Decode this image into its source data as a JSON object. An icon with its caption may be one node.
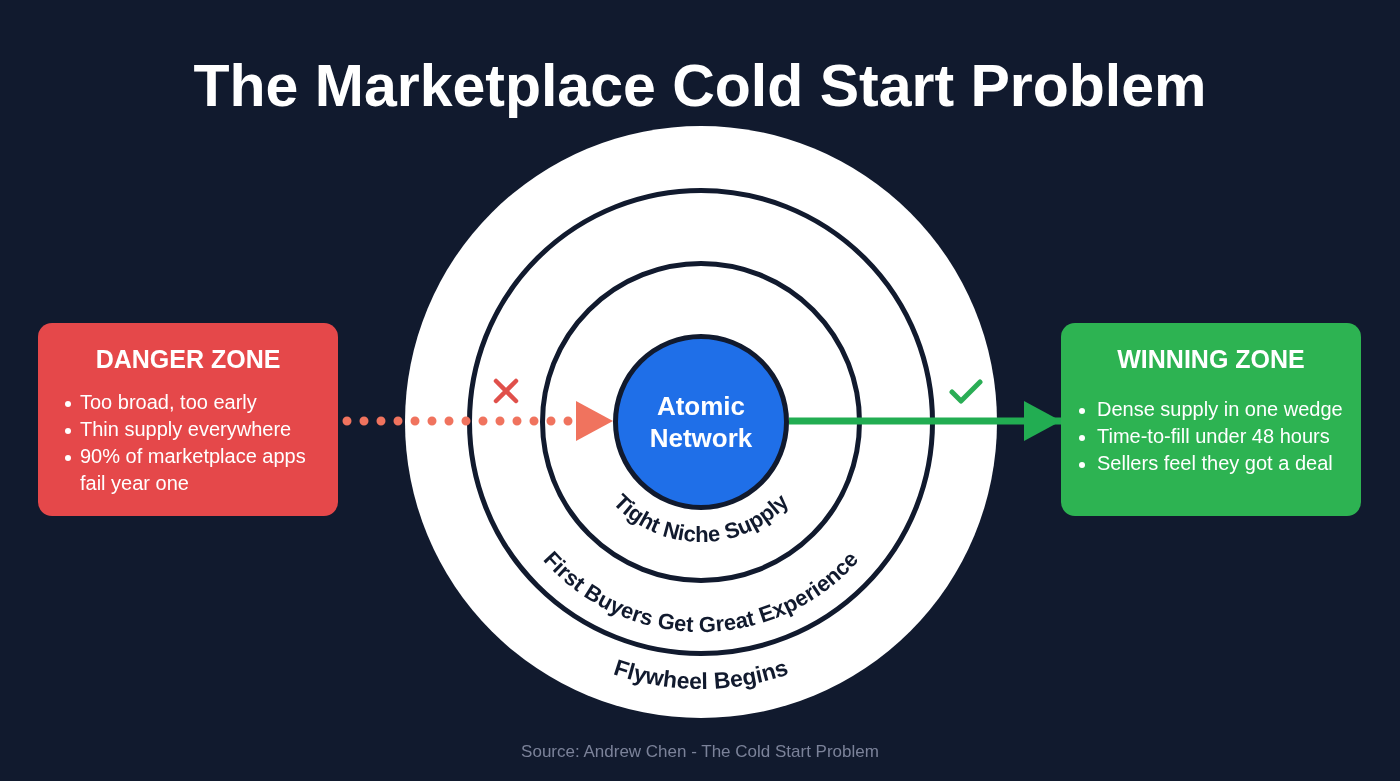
{
  "diagram": {
    "title": "The Marketplace Cold Start Problem",
    "caption": "Source: Andrew Chen - The Cold Start Problem",
    "nodes": [
      {
        "text": [
          "DANGER ZONE",
          "Too broad, too early",
          "Thin supply everywhere",
          "90% of marketplace apps fail year one"
        ]
      },
      {
        "text": [
          "Flywheel Begins"
        ]
      },
      {
        "text": [
          "First Buyers Get Great Experience"
        ],
        "in": 1
      },
      {
        "text": [
          "Tight Niche Supply"
        ],
        "in": 2
      },
      {
        "text": [
          "Atomic Network"
        ],
        "in": 3
      },
      {
        "text": [
          "WINNING ZONE",
          "Dense supply in one wedge",
          "Time-to-fill under 48 hours",
          "Sellers feel they got a deal"
        ]
      }
    ],
    "edges": [
      {
        "from": 0,
        "to": 4,
        "arrow": "to",
        "style": "dashed",
        "color": "#f0735e"
      },
      {
        "from": 4,
        "to": 5,
        "arrow": "to",
        "color": "#22ad52"
      }
    ]
  }
}
